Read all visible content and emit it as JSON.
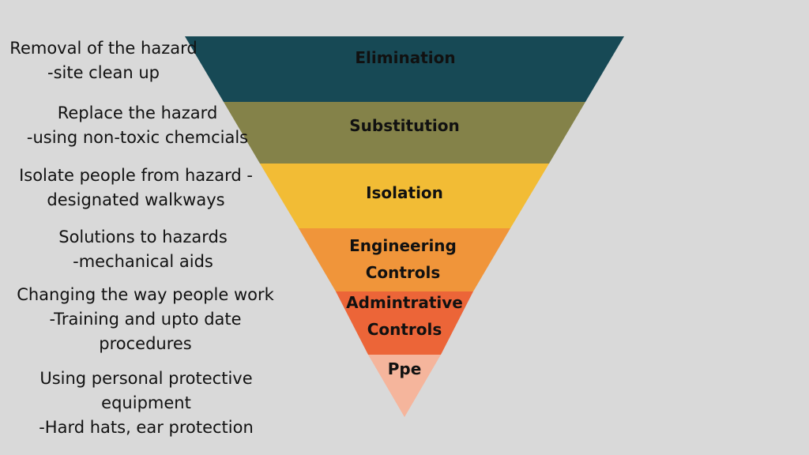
{
  "tiers": [
    {
      "label": "Elimination",
      "color": "#174955"
    },
    {
      "label": "Substitution",
      "color": "#848249"
    },
    {
      "label": "Isolation",
      "color": "#f2bc35"
    },
    {
      "label": "Engineering\nControls",
      "color": "#f0953a"
    },
    {
      "label": "Admintrative\nControls",
      "color": "#ec6538"
    },
    {
      "label": "Ppe",
      "color": "#f5b59c"
    }
  ],
  "descriptions": [
    {
      "line1": "Removal of the hazard",
      "line2": "-site clean up",
      "line3": ""
    },
    {
      "line1": "Replace the hazard",
      "line2": "-using non-toxic chemcials",
      "line3": ""
    },
    {
      "line1": "Isolate people from hazard -",
      "line2": "designated walkways",
      "line3": ""
    },
    {
      "line1": "Solutions to hazards",
      "line2": "-mechanical aids",
      "line3": ""
    },
    {
      "line1": "Changing the way people work",
      "line2": "-Training and upto date",
      "line3": "procedures"
    },
    {
      "line1": "Using personal protective",
      "line2": "equipment",
      "line3": "-Hard hats, ear protection"
    }
  ]
}
